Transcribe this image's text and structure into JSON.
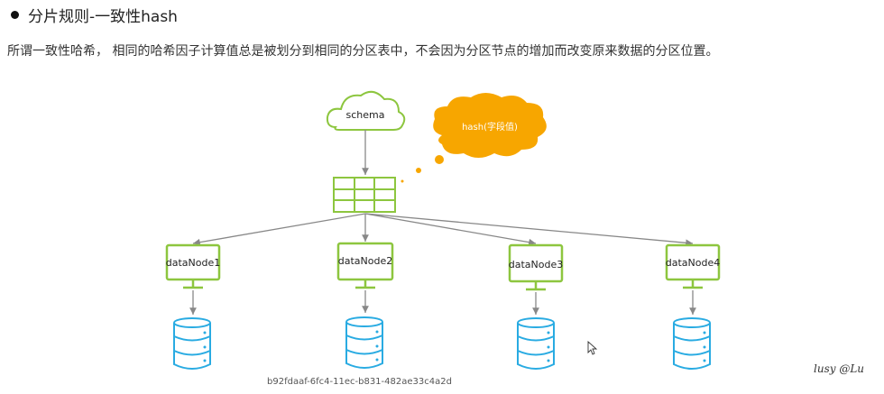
{
  "heading": {
    "title": "分片规则-一致性hash"
  },
  "description": "所谓一致性哈希， 相同的哈希因子计算值总是被划分到相同的分区表中，不会因为分区节点的增加而改变原来数据的分区位置。",
  "diagram": {
    "schema_label": "schema",
    "hash_label": "hash(字段值)",
    "nodes": [
      {
        "label": "dataNode1"
      },
      {
        "label": "dataNode2"
      },
      {
        "label": "dataNode3"
      },
      {
        "label": "dataNode4"
      }
    ],
    "colors": {
      "green": "#8DC63F",
      "blue": "#29ABE2",
      "orange": "#F7A600",
      "arrow": "#888888"
    }
  },
  "footer_id": "b92fdaaf-6fc4-11ec-b831-482ae33c4a2d",
  "signature": "lusy @Lu"
}
